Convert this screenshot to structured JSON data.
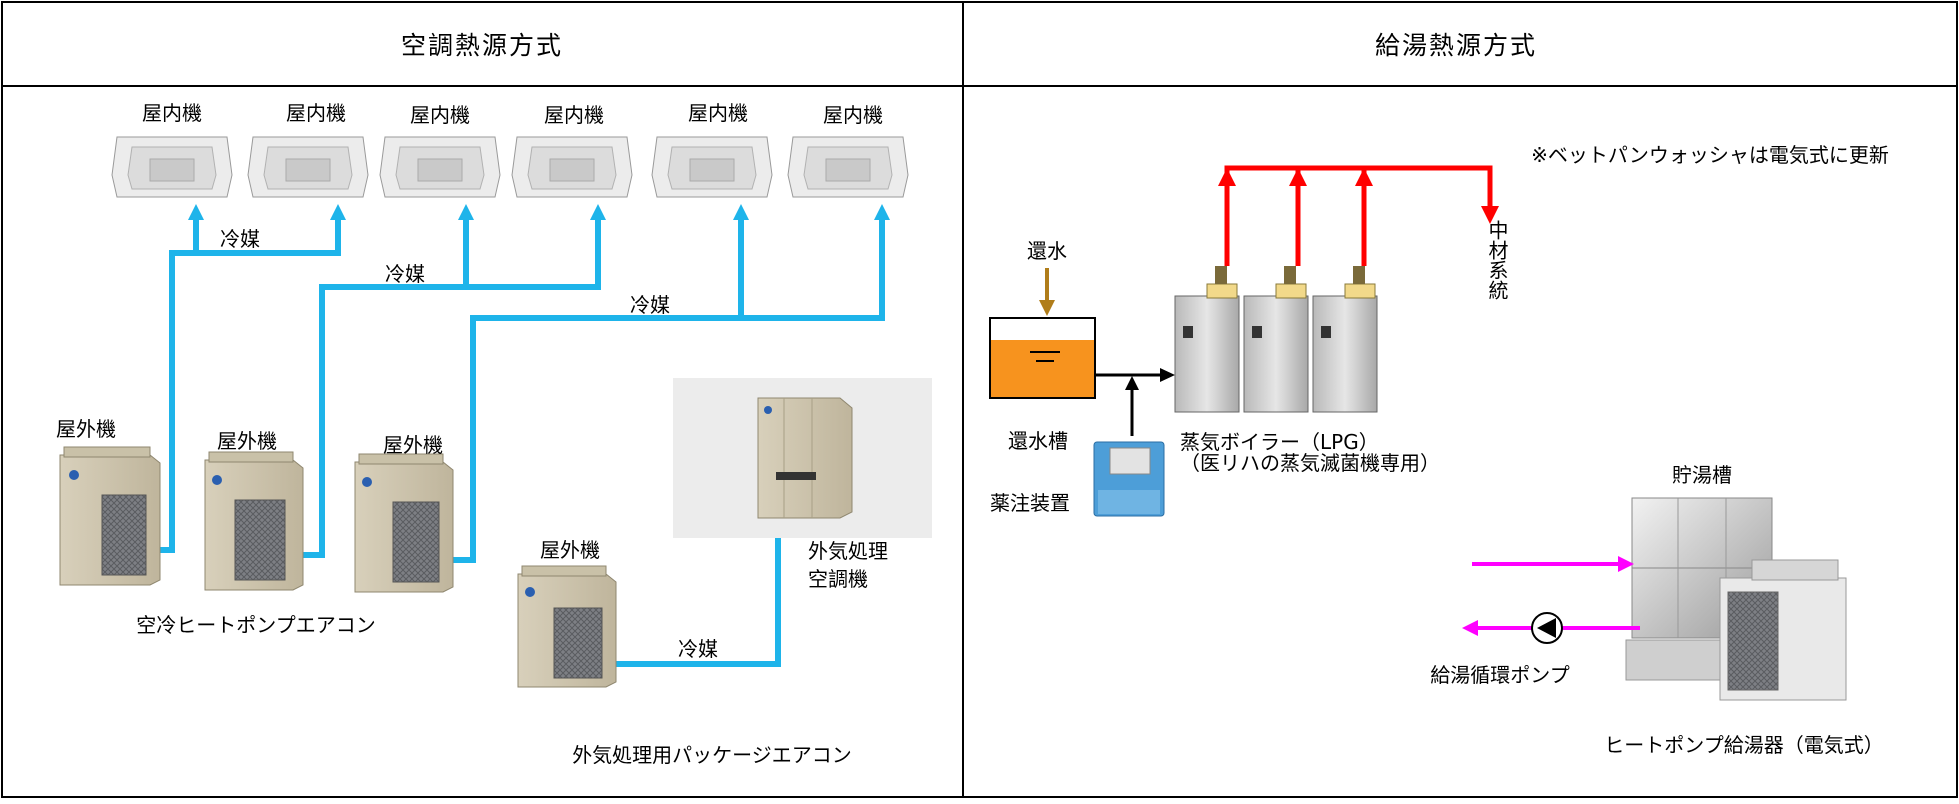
{
  "headers": {
    "left": "空調熱源方式",
    "right": "給湯熱源方式"
  },
  "aircon": {
    "indoor_label": "屋内機",
    "outdoor_label": "屋外機",
    "refrigerant_label": "冷媒",
    "system_label": "空冷ヒートポンプエアコン",
    "oa_unit_label_line1": "外気処理",
    "oa_unit_label_line2": "空調機",
    "oa_system_label": "外気処理用パッケージエアコン"
  },
  "hot_water": {
    "note": "※ベットパンウォッシャは電気式に更新",
    "return_water": "還水",
    "return_tank": "還水槽",
    "chemical_feeder": "薬注装置",
    "boiler_line1": "蒸気ボイラー（LPG）",
    "boiler_line2": "（医リハの蒸気滅菌機専用）",
    "central_supply": "中材系統",
    "storage_tank": "貯湯槽",
    "circulation_pump": "給湯循環ポンプ",
    "heat_pump_heater": "ヒートポンプ給湯器（電気式）"
  },
  "colors": {
    "refrigerant": "#1eb4ea",
    "steam": "#ff0000",
    "hot_water_pipe": "#ff00ff",
    "return_water_arrow": "#b07d1a",
    "tank_water": "#f7931e"
  }
}
